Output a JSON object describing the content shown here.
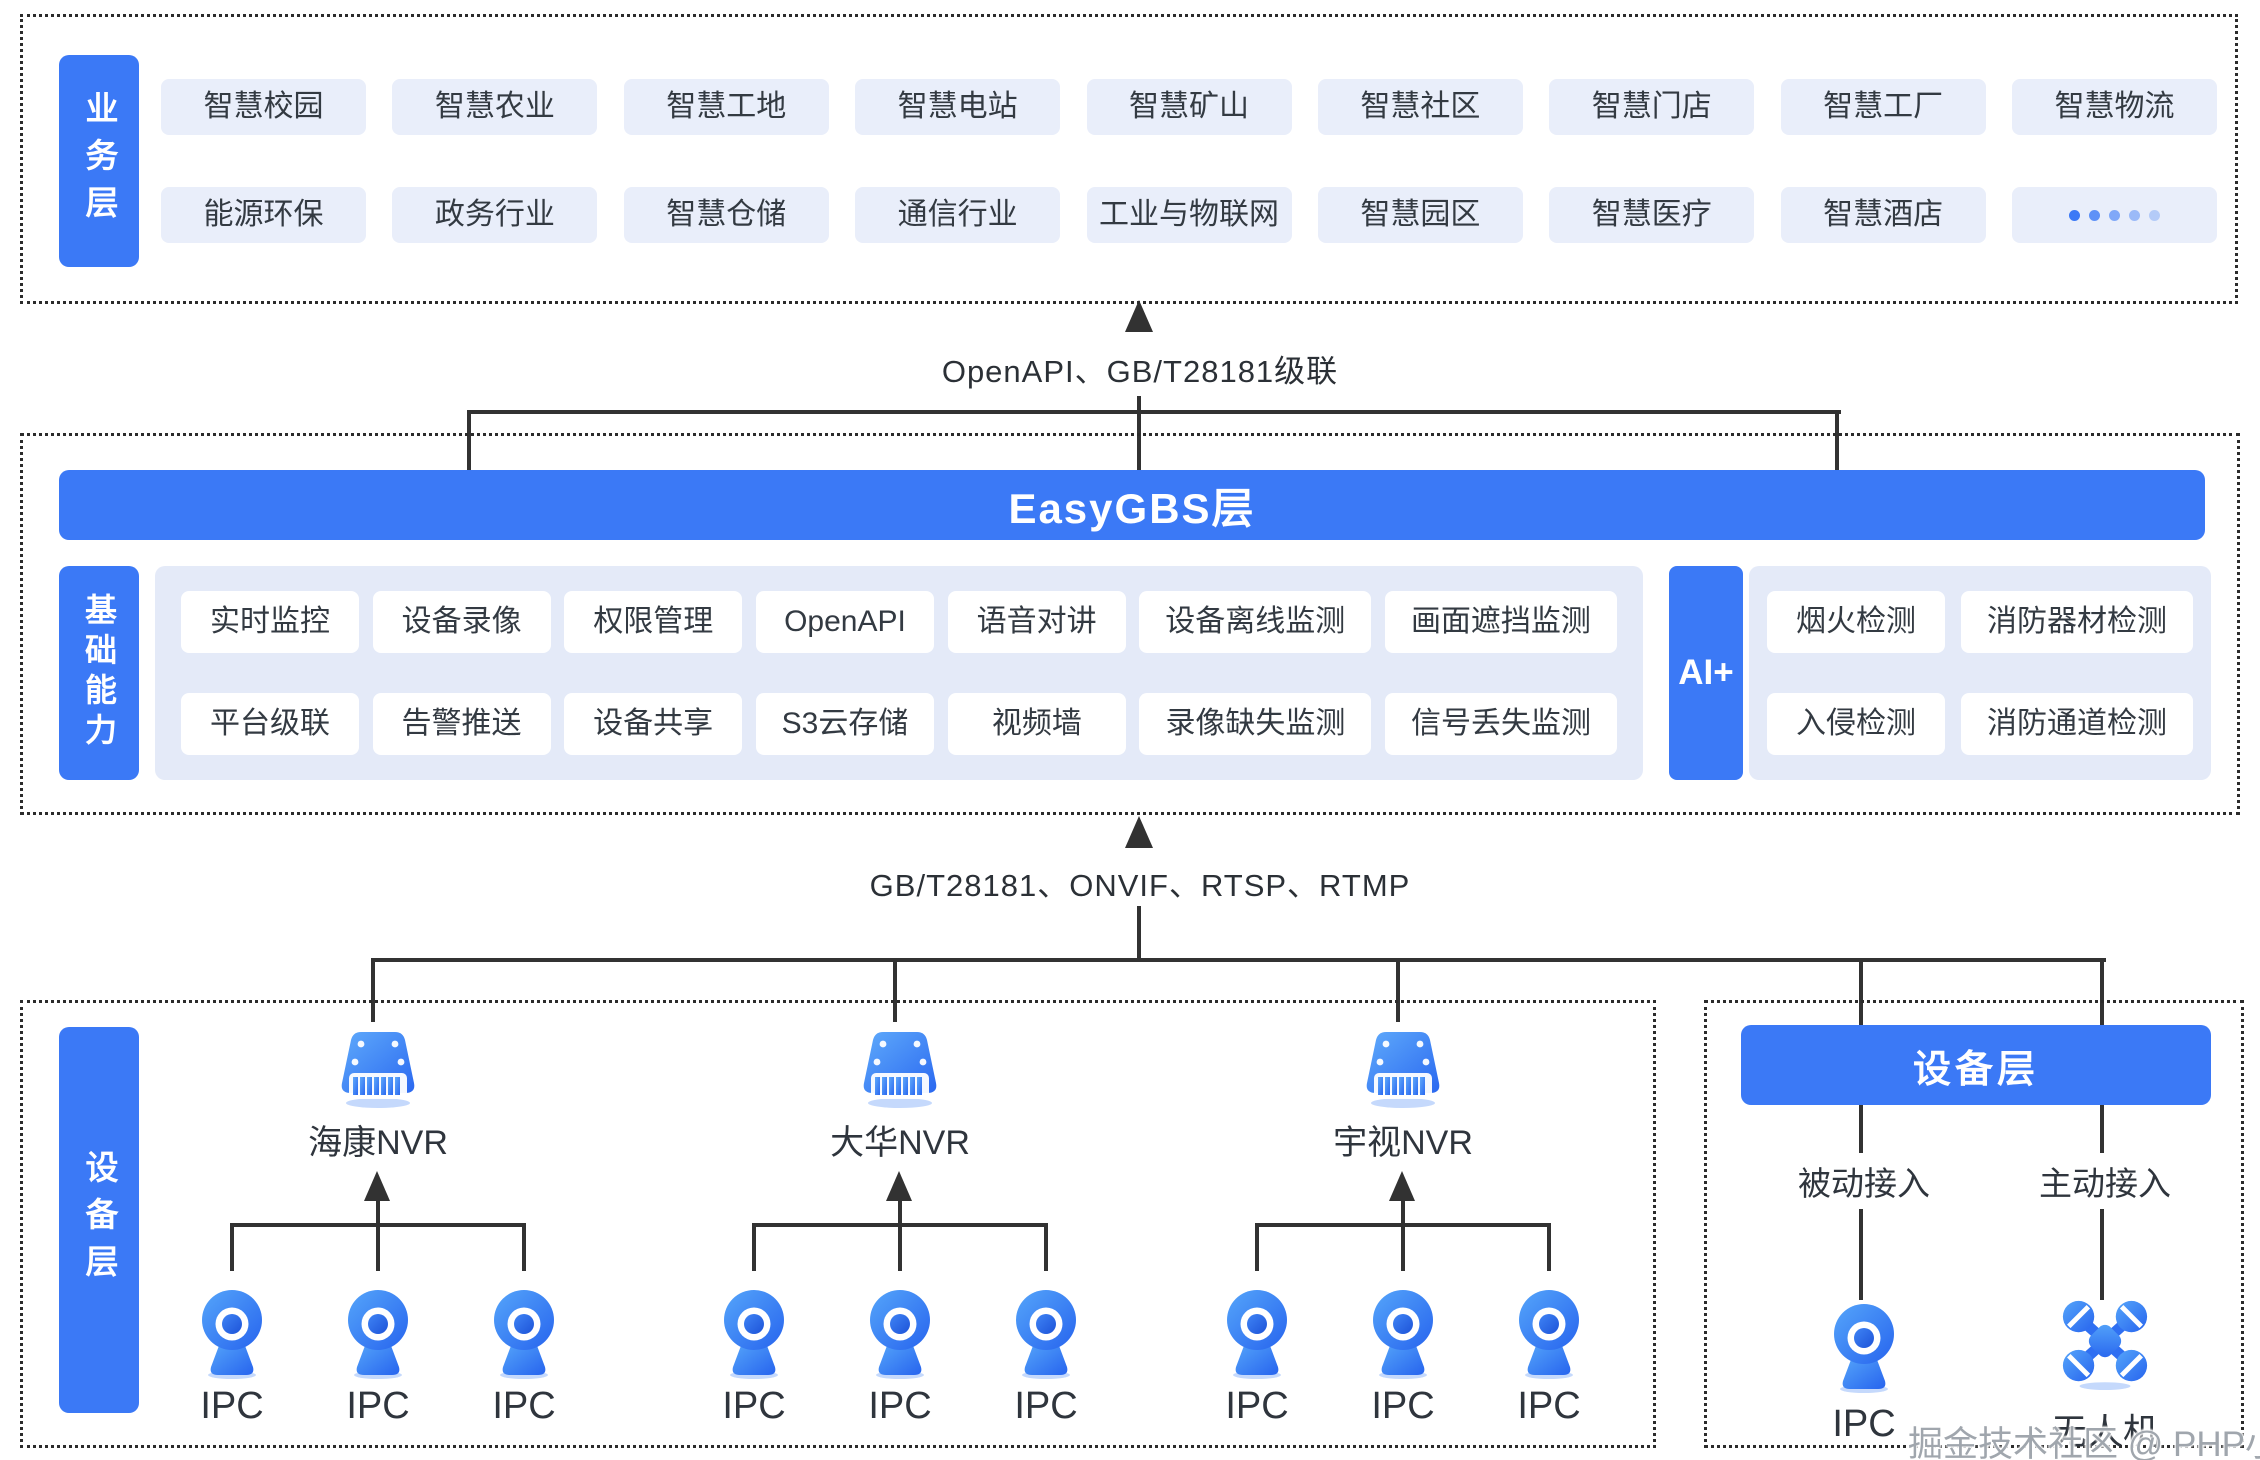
{
  "colors": {
    "primary_blue": "#3B79F6",
    "light_box": "#E9EEFA",
    "panel": "#E4EAF8",
    "line": "#323232",
    "watermark_gray": "#A0A6AD"
  },
  "business": {
    "label": "业务层",
    "row1": [
      "智慧校园",
      "智慧农业",
      "智慧工地",
      "智慧电站",
      "智慧矿山",
      "智慧社区",
      "智慧门店",
      "智慧工厂",
      "智慧物流"
    ],
    "row2": [
      "能源环保",
      "政务行业",
      "智慧仓储",
      "通信行业",
      "工业与物联网",
      "智慧园区",
      "智慧医疗",
      "智慧酒店",
      "•••••"
    ]
  },
  "top_link": {
    "label": "OpenAPI、GB/T28181级联"
  },
  "platform": {
    "bar": "EasyGBS层",
    "capability_label": "基础能力",
    "cap_row1": [
      "实时监控",
      "设备录像",
      "权限管理",
      "OpenAPI",
      "语音对讲",
      "设备离线监测",
      "画面遮挡监测"
    ],
    "cap_row2": [
      "平台级联",
      "告警推送",
      "设备共享",
      "S3云存储",
      "视频墙",
      "录像缺失监测",
      "信号丢失监测"
    ],
    "ai_label": "AI+",
    "ai_row1": [
      "烟火检测",
      "消防器材检测"
    ],
    "ai_row2": [
      "入侵检测",
      "消防通道检测"
    ]
  },
  "bottom_link": {
    "label": "GB/T28181、ONVIF、RTSP、RTMP"
  },
  "devices": {
    "label": "设备层",
    "nvr_groups": [
      {
        "name": "海康NVR",
        "cameras": [
          "IPC",
          "IPC",
          "IPC"
        ]
      },
      {
        "name": "大华NVR",
        "cameras": [
          "IPC",
          "IPC",
          "IPC"
        ]
      },
      {
        "name": "宇视NVR",
        "cameras": [
          "IPC",
          "IPC",
          "IPC"
        ]
      }
    ],
    "right": {
      "bar": "设备层",
      "modes": [
        {
          "label": "被动接入",
          "device": "IPC"
        },
        {
          "label": "主动接入",
          "device": "无人机"
        }
      ]
    }
  },
  "watermark": "掘金技术社区 @ PHP小鱼仔"
}
